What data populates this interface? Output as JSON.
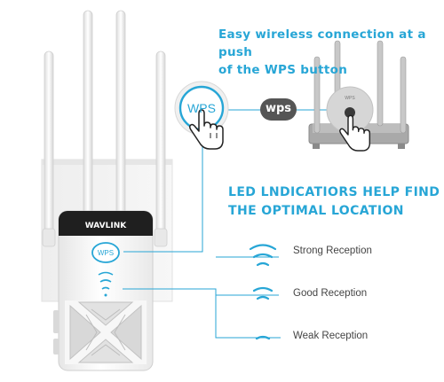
{
  "brand": {
    "logo_text": "WAVLINK",
    "accent_color": "#27a6d6",
    "body_color": "#f4f4f4"
  },
  "wps_feature": {
    "title_line1": "Easy wireless connection at a push",
    "title_line2": "of the WPS button",
    "button_label": "WPS",
    "pill_label": "wps"
  },
  "led_feature": {
    "title_line1": "LED LNDICATIORS HELP FIND",
    "title_line2": "THE OPTIMAL LOCATION",
    "levels": [
      {
        "label": "Strong Reception",
        "arcs": 3
      },
      {
        "label": "Good Reception",
        "arcs": 2
      },
      {
        "label": "Weak Reception",
        "arcs": 1
      }
    ]
  },
  "icons": [
    "hand-pointer-icon",
    "wifi-signal-icon"
  ]
}
